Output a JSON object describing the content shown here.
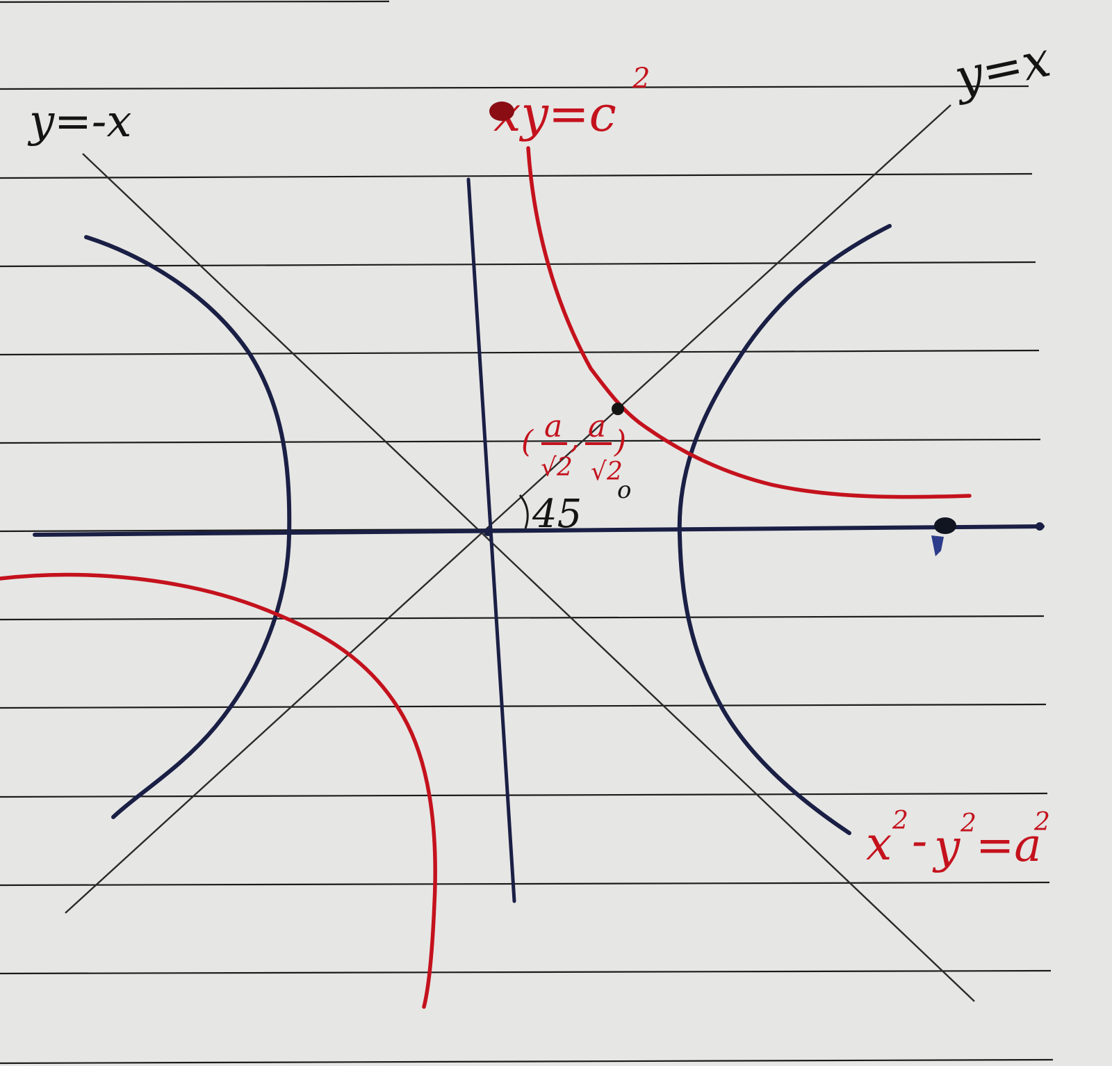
{
  "labels": {
    "line_y_neg_x": "y=-x",
    "line_y_x": "y=x",
    "rect_hyperbola": "xy=c",
    "rect_hyperbola_power": "2",
    "point_lparen": "(",
    "point_a1": "a",
    "point_comma": ",",
    "point_a2": "a",
    "point_rparen": ")",
    "point_sqrt1": "√2",
    "point_sqrt2": "√2",
    "angle_value": "45",
    "angle_degree": "o",
    "hyperbola_eq_x": "x",
    "hyperbola_eq_minus": "-",
    "hyperbola_eq_y": "y",
    "hyperbola_eq_equals": "=a",
    "hyperbola_eq_power": "2"
  },
  "colors": {
    "paper": "#e6e6e4",
    "ruling": "#1c1c1c",
    "navy_ink": "#1a1f45",
    "red_ink": "#c4121d",
    "pencil": "#2a2a2a"
  }
}
